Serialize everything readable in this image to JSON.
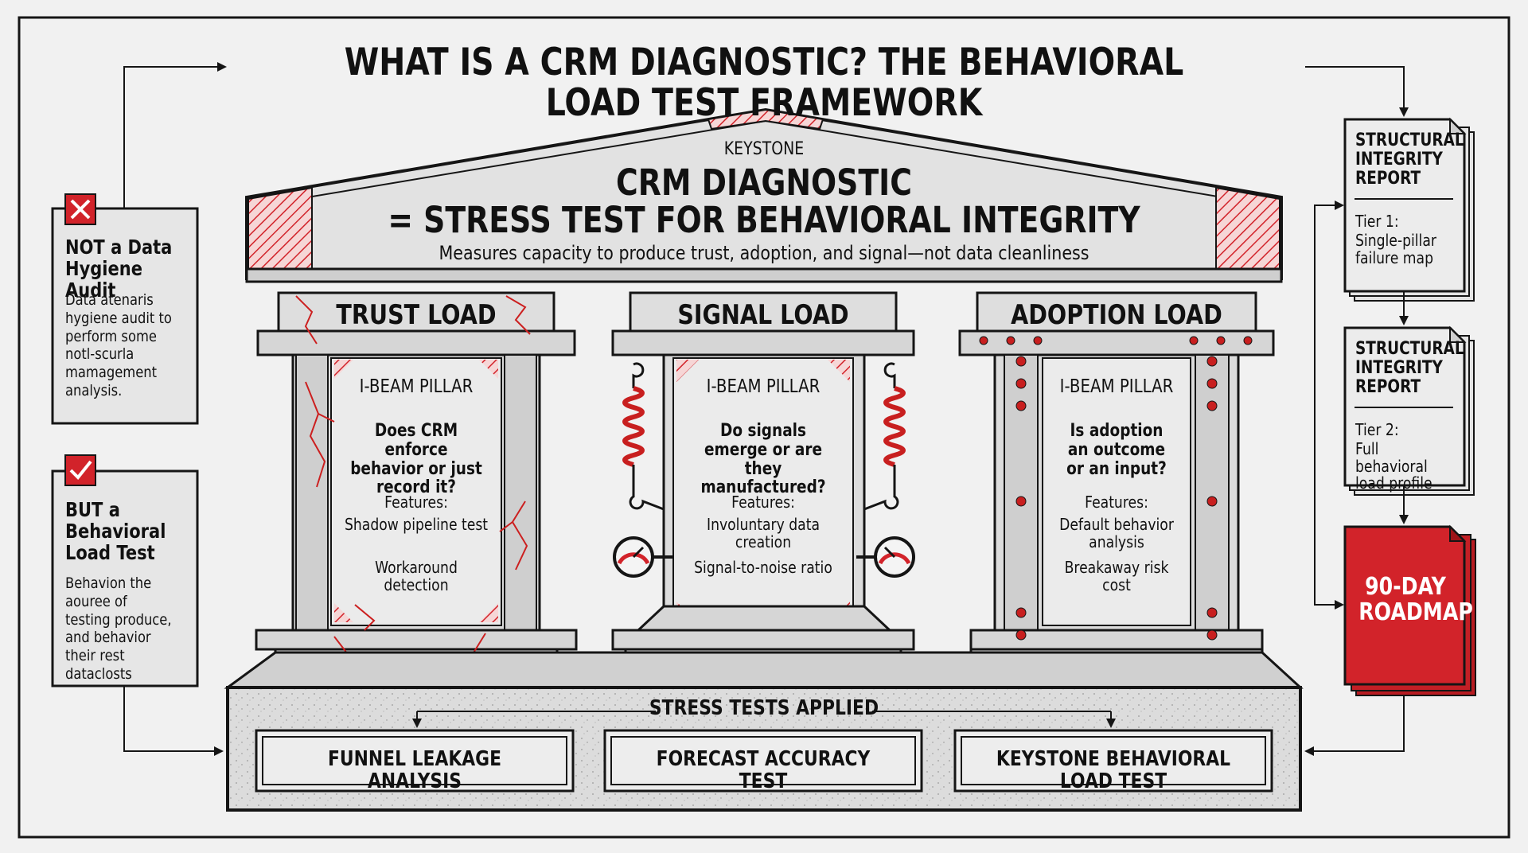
{
  "title": "WHAT IS A CRM DIAGNOSTIC? THE BEHAVIORAL LOAD TEST FRAMEWORK",
  "keystone": {
    "label": "KEYSTONE",
    "line1": "CRM DIAGNOSTIC",
    "line2": "= STRESS TEST FOR BEHAVIORAL INTEGRITY",
    "subtitle": "Measures capacity to produce trust, adoption, and signal—not data cleanliness"
  },
  "not_card": {
    "icon": "x-mark-icon",
    "title": "NOT a Data Hygiene Audit",
    "body": "Data atenaris hygiene audit to perform some notl-scurla mamagement analysis."
  },
  "but_card": {
    "icon": "check-mark-icon",
    "title": "BUT a Behavioral Load Test",
    "body": "Behavion the aouree of testing produce, and behavior their rest dataclosts"
  },
  "pillars": [
    {
      "beam": "TRUST LOAD",
      "label": "I-BEAM PILLAR",
      "question": "Does CRM enforce behavior or just record it?",
      "features_label": "Features:",
      "features": [
        "Shadow pipeline test",
        "Workaround detection"
      ]
    },
    {
      "beam": "SIGNAL LOAD",
      "label": "I-BEAM PILLAR",
      "question": "Do signals emerge or are they manufactured?",
      "features_label": "Features:",
      "features": [
        "Involuntary data creation",
        "Signal-to-noise ratio"
      ]
    },
    {
      "beam": "ADOPTION LOAD",
      "label": "I-BEAM PILLAR",
      "question": "Is adoption an outcome or an input?",
      "features_label": "Features:",
      "features": [
        "Default behavior analysis",
        "Breakaway risk cost"
      ]
    }
  ],
  "foundation": {
    "label": "STRESS TESTS APPLIED",
    "tests": [
      "FUNNEL LEAKAGE ANALYSIS",
      "FORECAST ACCURACY TEST",
      "KEYSTONE BEHAVIORAL LOAD TEST"
    ]
  },
  "reports": [
    {
      "title": "STRUCTURAL INTEGRITY REPORT",
      "tier": "Tier 1:",
      "desc": "Single-pillar failure map"
    },
    {
      "title": "STRUCTURAL INTEGRITY REPORT",
      "tier": "Tier 2:",
      "desc": "Full behavioral load profile"
    }
  ],
  "roadmap": "90-DAY ROADMAP",
  "colors": {
    "accent": "#d2232a",
    "crack": "#cc1f1f",
    "stone": "#e4e4e4",
    "ink": "#151515",
    "background": "#f1f1f1"
  }
}
